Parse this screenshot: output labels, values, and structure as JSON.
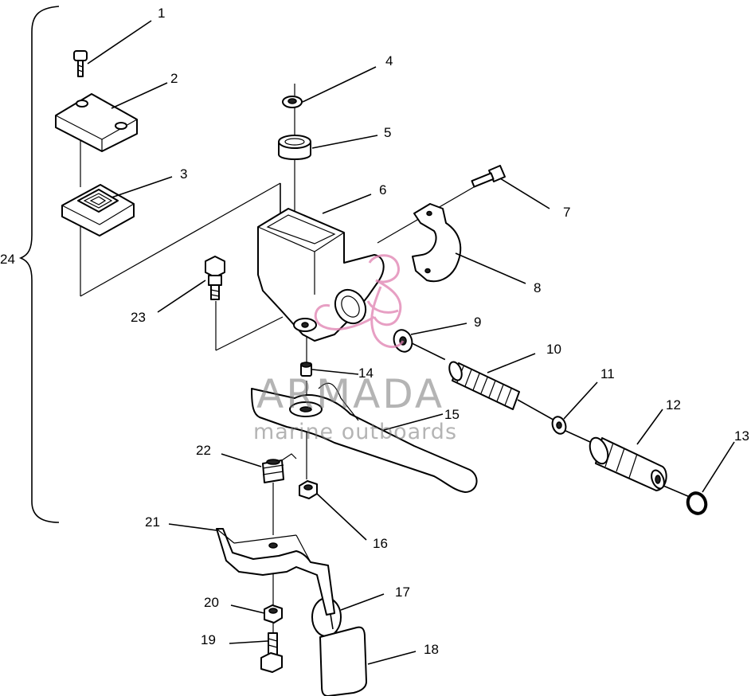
{
  "diagram": {
    "callouts": [
      "1",
      "2",
      "3",
      "4",
      "5",
      "6",
      "7",
      "8",
      "9",
      "10",
      "11",
      "12",
      "13",
      "14",
      "15",
      "16",
      "17",
      "18",
      "19",
      "20",
      "21",
      "22",
      "23",
      "24"
    ],
    "watermark": {
      "title": "ARMADA",
      "subtitle": "marine outboards",
      "color": "#e07fb0"
    }
  }
}
